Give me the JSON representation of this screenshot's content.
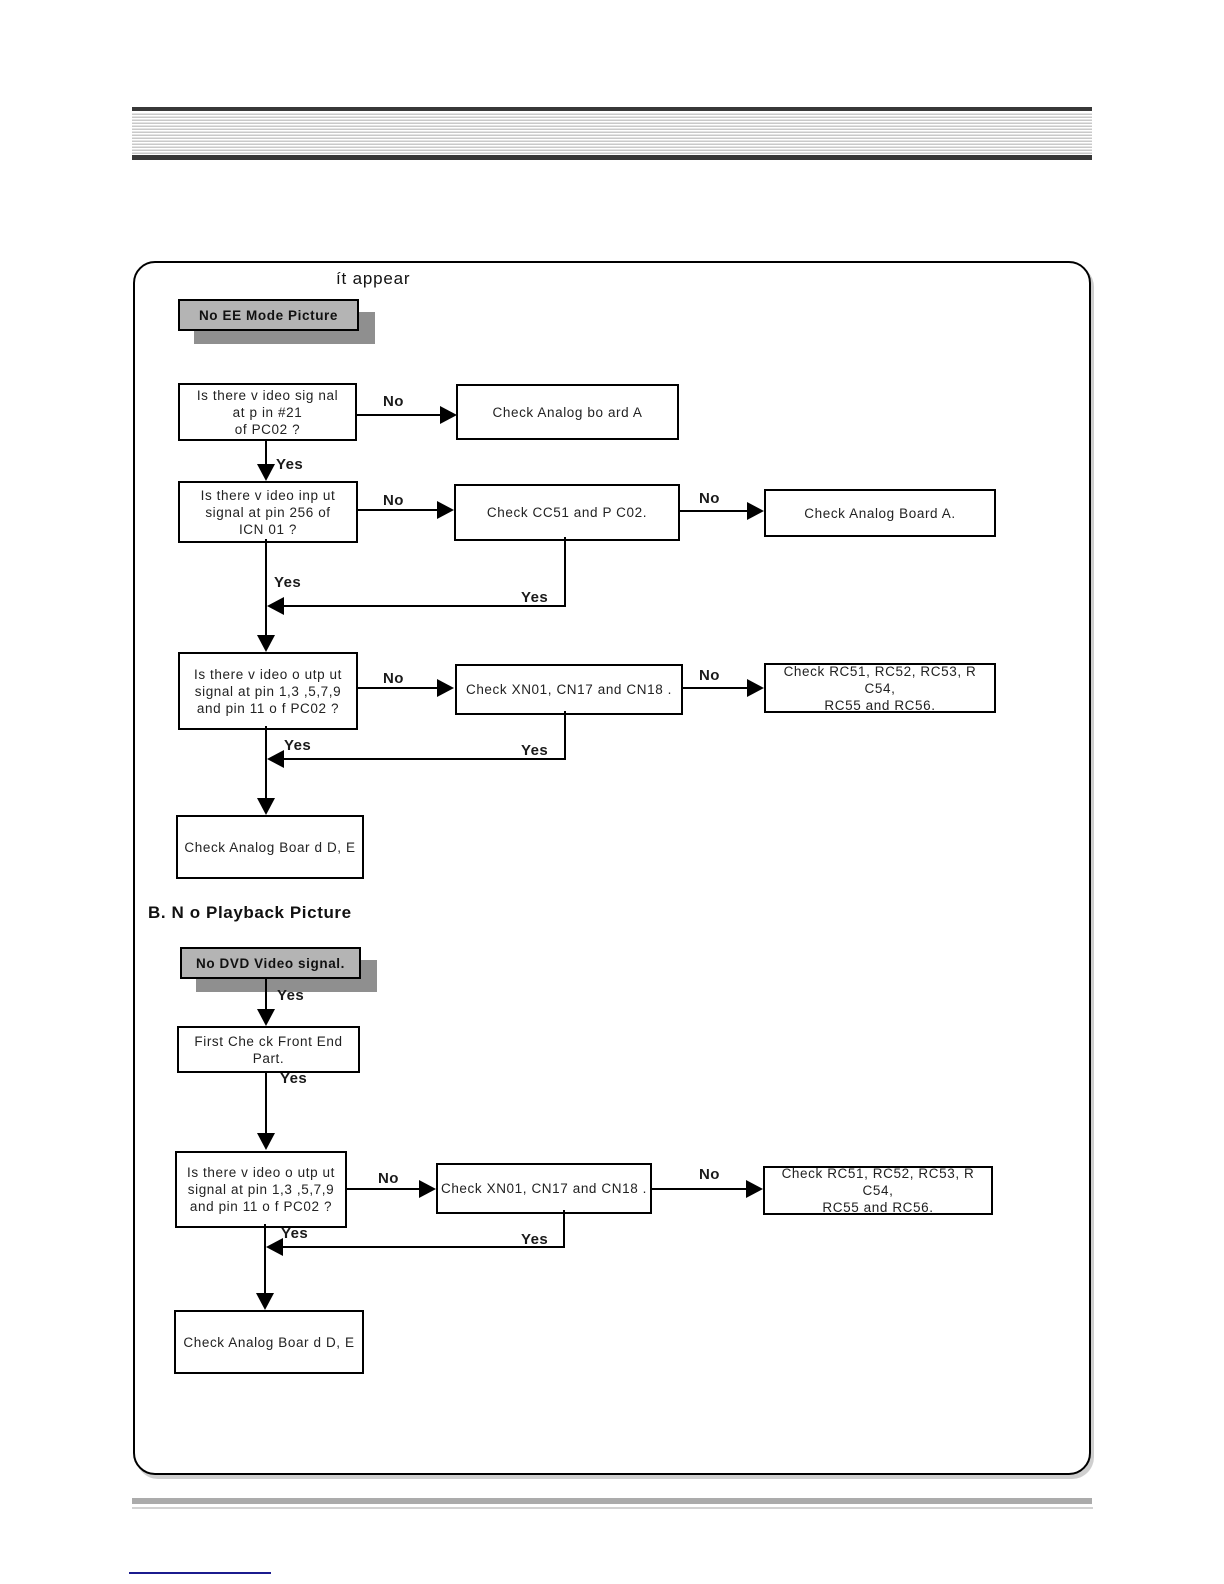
{
  "labels": {
    "yes": "Yes",
    "no": "No"
  },
  "note_text": "ít appear",
  "section_b_title": "B. N o Playback Picture",
  "colors": {
    "label_fill": "#b4b4b4",
    "label_shadow": "#8f8f8f",
    "header_bar": "#383838",
    "footer_bar": "#ababab",
    "navy_rule": "#1b1b8e"
  },
  "flow_a": {
    "start": "No EE Mode Picture",
    "q1": [
      "Is there v ideo sig nal",
      "at p in #21",
      "of PC02 ?"
    ],
    "a1": "Check  Analog  bo ard  A",
    "q2": [
      "Is there v ideo  inp ut",
      "signal  at pin  256 of",
      "ICN 01 ?"
    ],
    "a2": "Check  CC51  and  P C02.",
    "a3": "Check  Analog  Board  A.",
    "q3": [
      "Is there v ideo  o utp ut",
      "signal at  pin 1,3 ,5,7,9",
      "and  pin  11 o f PC02 ?"
    ],
    "a4": "Check  XN01, CN17 and CN18 .",
    "a5": [
      "Check  RC51, RC52, RC53, R C54,",
      "RC55 and  RC56."
    ],
    "end": "Check  Analog  Boar d  D, E"
  },
  "flow_b": {
    "start": "No DVD Video  signal.",
    "s1": [
      "First Che ck  Front End",
      "Part."
    ],
    "q1": [
      "Is there v ideo  o utp ut",
      "signal at  pin 1,3 ,5,7,9",
      "and  pin  11 o f PC02 ?"
    ],
    "a1": "Check  XN01, CN17 and CN18 .",
    "a2": [
      "Check  RC51, RC52, RC53, R C54,",
      "RC55 and  RC56."
    ],
    "end": "Check  Analog  Boar d  D, E"
  }
}
